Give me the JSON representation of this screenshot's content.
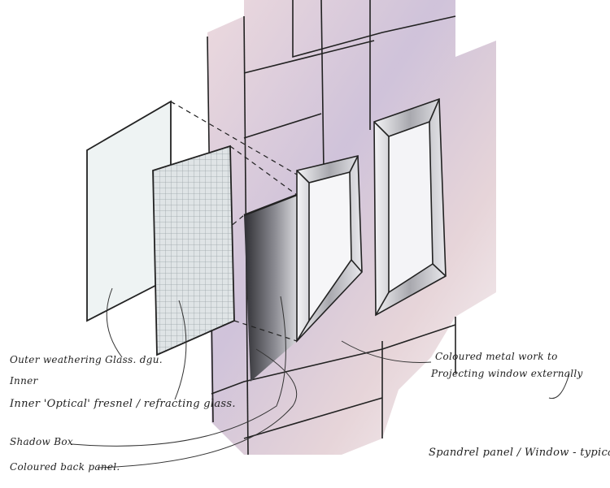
{
  "title": "Spandrel panel / Window - typical",
  "labels": {
    "outer_glass": "Outer weathering Glass. dgu.",
    "inner": "Inner",
    "optical_glass": "Inner 'Optical' fresnel / refracting glass.",
    "shadow_box": "Shadow Box",
    "back_panel": "Coloured back panel.",
    "metalwork": "Coloured metal work to",
    "metalwork_2": "Projecting window externally"
  },
  "colors": {
    "wall_purple": "#b9aecb",
    "wall_pink": "#e6cfd3",
    "ink": "#1e1e1e",
    "glass": "#eef3f3",
    "shadow": "#3a3a40"
  }
}
